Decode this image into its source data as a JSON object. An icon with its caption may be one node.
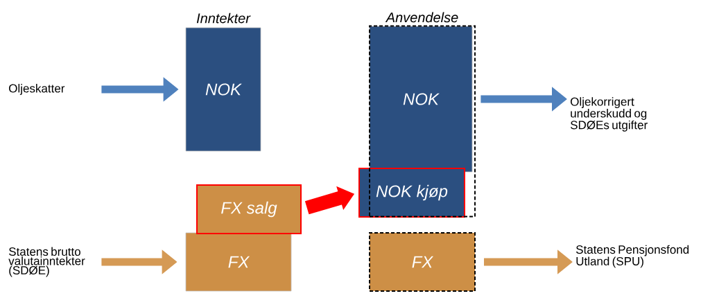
{
  "diagram": {
    "nodes": [
      {
        "text": [
          "Oljeskatter"
        ]
      },
      {
        "text": [
          "Inntekter",
          "NOK"
        ]
      },
      {
        "text": [
          "FX salg"
        ]
      },
      {
        "text": [
          "FX"
        ]
      },
      {
        "text": [
          "Statens brutto valutainntekter (SDØE)"
        ]
      },
      {
        "text": [
          "Anvendelse"
        ]
      },
      {
        "text": [
          "NOK"
        ],
        "in": 5
      },
      {
        "text": [
          "NOK kjøp"
        ]
      },
      {
        "text": [
          "Oljekorrigert underskudd og SDØEs utgifter"
        ]
      },
      {
        "text": [
          "FX"
        ]
      },
      {
        "text": [
          "Statens Pensjonsfond Utland (SPU)"
        ]
      }
    ],
    "edges": [
      {
        "from": 0,
        "to": 1,
        "arrow": "to"
      },
      {
        "from": 2,
        "to": 7,
        "arrow": "to",
        "style": "thick",
        "color": "#ff0000"
      },
      {
        "from": 4,
        "to": 3,
        "arrow": "to",
        "color": "#d59a55"
      },
      {
        "from": 6,
        "to": 8,
        "arrow": "to"
      },
      {
        "from": 9,
        "to": 10,
        "arrow": "to",
        "color": "#d59a55"
      }
    ]
  }
}
